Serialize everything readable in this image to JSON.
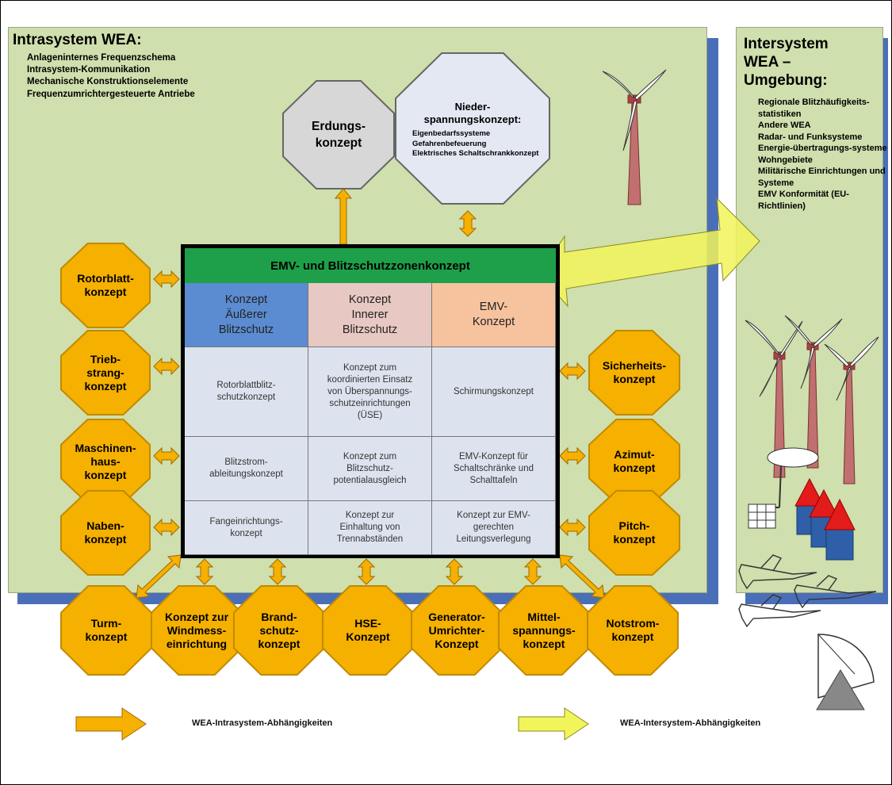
{
  "intra": {
    "title": "Intrasystem WEA:",
    "bullets": [
      "Anlageninternes Frequenzschema",
      "Intrasystem-Kommunikation",
      "Mechanische Konstruktionselemente",
      "Frequenzumrichtergesteuerte Antriebe"
    ]
  },
  "inter": {
    "title_lines": [
      "Intersystem",
      "WEA –",
      "Umgebung:"
    ],
    "bullets": [
      "Regionale Blitzhäufigkeits-statistiken",
      "Andere WEA",
      "Radar- und Funksysteme",
      "Energie-übertragungs-systeme",
      "Wohngebiete",
      "Militärische Einrichtungen und Systeme",
      "EMV Konformität (EU-Richtlinien)"
    ]
  },
  "top_nodes": {
    "erdung": "Erdungs-\nkonzept",
    "nieder_title": "Nieder-\nspannungskonzept:",
    "nieder_items": [
      "Eigenbedarfssysteme",
      "Gefahrenbefeuerung",
      "Elektrisches Schaltschrankkonzept"
    ]
  },
  "matrix": {
    "header": "EMV- und Blitzschutzzonenkonzept",
    "columns": [
      "Konzept\nÄußerer\nBlitzschutz",
      "Konzept\nInnerer\nBlitzschutz",
      "EMV-\nKonzept"
    ],
    "column_colors": [
      "#5b8bd0",
      "#e8c8c2",
      "#f6c39e"
    ],
    "rows": [
      [
        "Rotorblattblitz-\nschutzkonzept",
        "Konzept zum\nkoordinierten Einsatz\nvon Überspannungs-\nschutzeinrichtungen\n(ÜSE)",
        "Schirmungskonzept"
      ],
      [
        "Blitzstrom-\nableitungskonzept",
        "Konzept zum\nBlitzschutz-\npotentialausgleich",
        "EMV-Konzept für\nSchaltschränke und\nSchalttafeln"
      ],
      [
        "Fangeinrichtungs-\nkonzept",
        "Konzept zur\nEinhaltung von\nTrennabständen",
        "Konzept zur EMV-\ngerechten\nLeitungsverlegung"
      ]
    ]
  },
  "left_nodes": [
    "Rotorblatt-\nkonzept",
    "Trieb-\nstrang-\nkonzept",
    "Maschinen-\nhaus-\nkonzept",
    "Naben-\nkonzept"
  ],
  "right_nodes": [
    "Sicherheits-\nkonzept",
    "Azimut-\nkonzept",
    "Pitch-\nkonzept"
  ],
  "bottom_nodes": [
    "Turm-\nkonzept",
    "Konzept zur\nWindmess-\neinrichtung",
    "Brand-\nschutz-\nkonzept",
    "HSE-\nKonzept",
    "Generator-\nUmrichter-\nKonzept",
    "Mittel-\nspannungs-\nkonzept",
    "Notstrom-\nkonzept"
  ],
  "legend": {
    "intra_label": "WEA-Intrasystem-Abhängigkeiten",
    "inter_label": "WEA-Intersystem-Abhängigkeiten"
  },
  "colors": {
    "panel": "#cfdfad",
    "shadow": "#4a6fb8",
    "orange": "#f5b000",
    "yellow_arrow": "#f2f55a",
    "matrix_header": "#1ea04a"
  }
}
